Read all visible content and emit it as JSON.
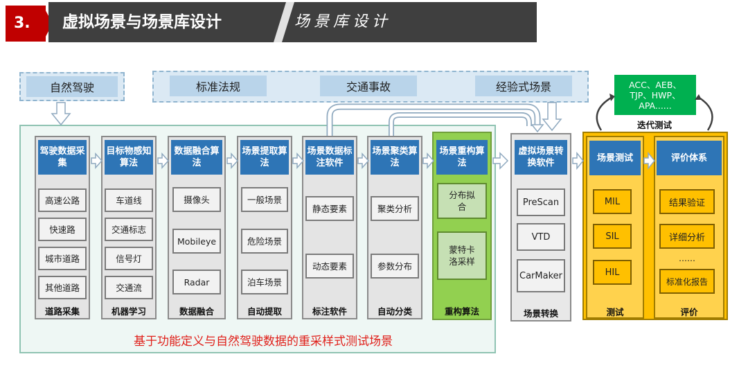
{
  "header": {
    "number": "3.",
    "title": "虚拟场景与场景库设计",
    "subtitle": "场景库设计"
  },
  "sources": {
    "natural_driving": "自然驾驶",
    "standards": "标准法规",
    "accidents": "交通事故",
    "experience": "经验式场景"
  },
  "adas": {
    "text": "ACC、AEB、TJP、HWP、APA......",
    "iter_label": "迭代测试"
  },
  "columns": [
    {
      "head": "驾驶数据采集",
      "items": [
        "高速公路",
        "快速路",
        "城市道路",
        "其他道路"
      ],
      "foot": "道路采集"
    },
    {
      "head": "目标物感知算法",
      "items": [
        "车道线",
        "交通标志",
        "信号灯",
        "交通流"
      ],
      "foot": "机器学习"
    },
    {
      "head": "数据融合算法",
      "items": [
        "摄像头",
        "Mobileye",
        "Radar"
      ],
      "foot": "数据融合"
    },
    {
      "head": "场景提取算法",
      "items": [
        "一般场景",
        "危险场景",
        "泊车场景"
      ],
      "foot": "自动提取"
    },
    {
      "head": "场景数据标注软件",
      "items": [
        "静态要素",
        "动态要素"
      ],
      "foot": "标注软件"
    },
    {
      "head": "场景聚类算法",
      "items": [
        "聚类分析",
        "参数分布"
      ],
      "foot": "自动分类"
    },
    {
      "head": "场景重构算法",
      "items": [
        "分布拟合",
        "蒙特卡洛采样"
      ],
      "foot": "重构算法"
    }
  ],
  "conversion": {
    "head": "虚拟场景转换软件",
    "items": [
      "PreScan",
      "VTD",
      "CarMaker"
    ],
    "foot": "场景转换"
  },
  "testing": {
    "head": "场景测试",
    "items": [
      "MIL",
      "SIL",
      "HIL"
    ],
    "foot": "测试"
  },
  "evaluation": {
    "head": "评价体系",
    "items": [
      "结果验证",
      "详细分析",
      "……",
      "标准化报告"
    ],
    "foot": "评价"
  },
  "caption": "基于功能定义与自然驾驶数据的重采样式测试场景",
  "colors": {
    "header_red": "#c00000",
    "header_dark": "#3f3f3f",
    "blue_head": "#2e75b6",
    "green_panel": "#92d050",
    "adas_green": "#00b050",
    "gold": "#ffc000",
    "caption_red": "#e0201a"
  }
}
